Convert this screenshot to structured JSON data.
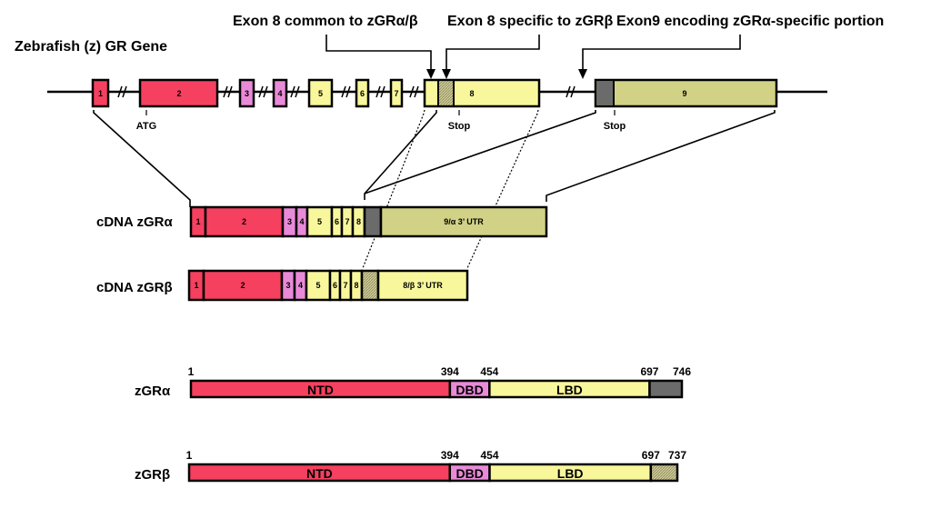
{
  "colors": {
    "red": "#f5405f",
    "pink": "#e98ad8",
    "yellow": "#f8f79c",
    "olive": "#d2d287",
    "gray": "#6b6b6b",
    "hatch": "#c8c48a"
  },
  "gene": {
    "title": "Zebrafish (z) GR Gene",
    "exons": [
      "1",
      "2",
      "3",
      "4",
      "5",
      "6",
      "7",
      "8",
      "9"
    ],
    "atg_label": "ATG",
    "stop_label_1": "Stop",
    "stop_label_2": "Stop"
  },
  "callouts": {
    "exon8_common": "Exon 8 common to zGRα/β",
    "exon8_beta": "Exon 8 specific to zGRβ",
    "exon9_alpha": "Exon9 encoding zGRα-specific portion"
  },
  "cdna_alpha": {
    "label": "cDNA zGRα",
    "segments": [
      "1",
      "2",
      "3",
      "4",
      "5",
      "6",
      "7",
      "8",
      "",
      "9/α 3’  UTR"
    ]
  },
  "cdna_beta": {
    "label": "cDNA zGRβ",
    "segments": [
      "1",
      "2",
      "3",
      "4",
      "5",
      "6",
      "7",
      "8",
      "",
      "8/β 3’  UTR"
    ]
  },
  "protein_alpha": {
    "label": "zGRα",
    "positions": [
      "1",
      "394",
      "454",
      "697",
      "746"
    ],
    "domains": [
      "NTD",
      "DBD",
      "LBD",
      ""
    ]
  },
  "protein_beta": {
    "label": "zGRβ",
    "positions": [
      "1",
      "394",
      "454",
      "697",
      "737"
    ],
    "domains": [
      "NTD",
      "DBD",
      "LBD",
      ""
    ]
  }
}
